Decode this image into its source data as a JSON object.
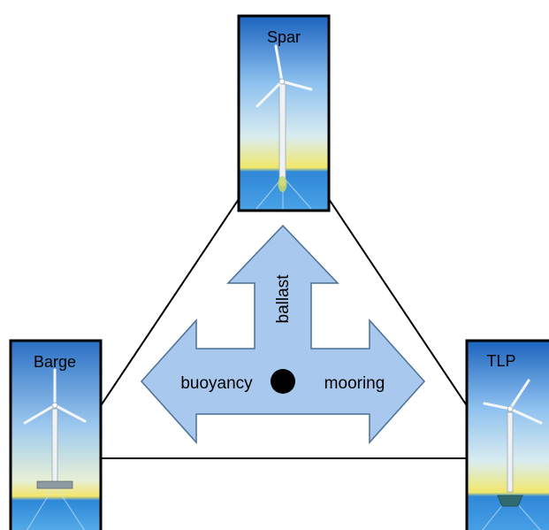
{
  "platforms": {
    "spar": {
      "label": "Spar"
    },
    "barge": {
      "label": "Barge"
    },
    "tlp": {
      "label": "TLP"
    }
  },
  "arrows": {
    "up": "ballast",
    "left": "buoyancy",
    "right": "mooring"
  },
  "colors": {
    "arrow_fill": "#a9c8ee",
    "arrow_stroke": "#4a6f96",
    "triangle": "#000000",
    "sky_top": "#1e6bc4",
    "sky_bottom": "#f3e868",
    "sea": "#3a8fd6"
  }
}
